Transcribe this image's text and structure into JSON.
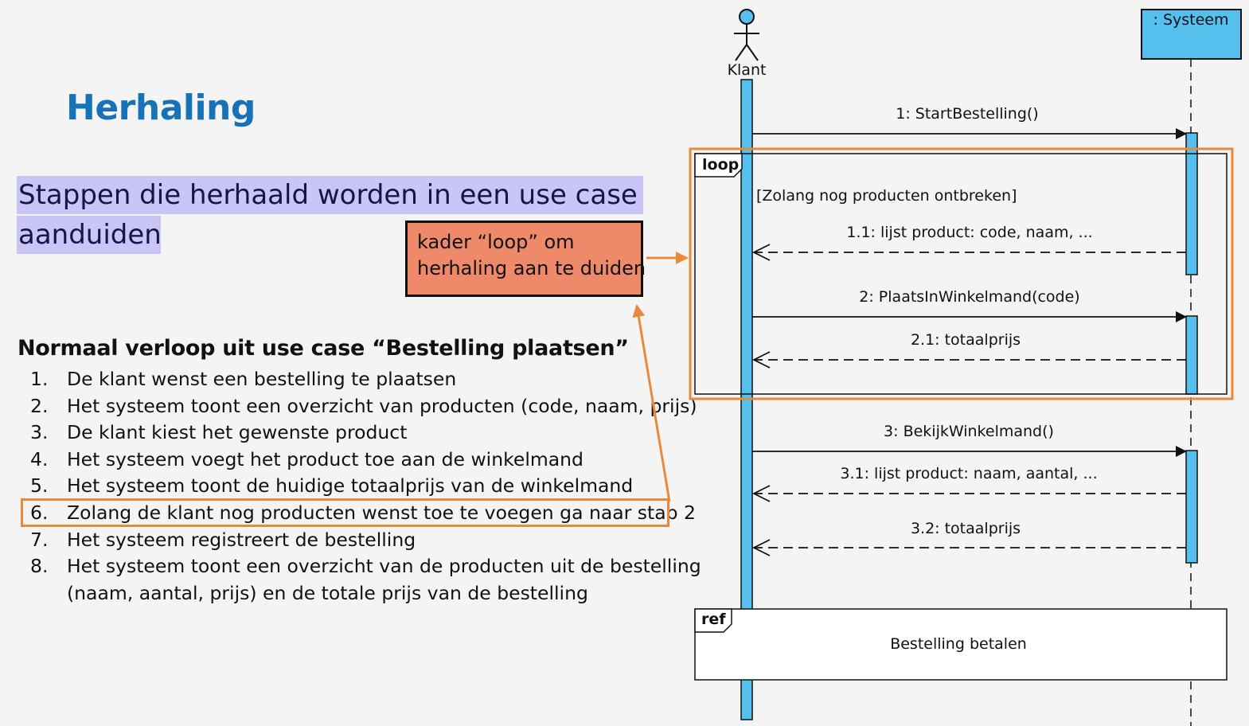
{
  "slide": {
    "title": "Herhaling",
    "highlight_line1": "Stappen die herhaald worden in een use case",
    "highlight_line2": "aanduiden",
    "callout_line1": "kader “loop” om",
    "callout_line2": "herhaling aan te duiden"
  },
  "use_case": {
    "heading": "Normaal verloop uit use case “Bestelling plaatsen”",
    "steps": [
      {
        "num": "1.",
        "text": "De klant wenst een bestelling te plaatsen"
      },
      {
        "num": "2.",
        "text": "Het systeem toont een overzicht van producten (code, naam, prijs)"
      },
      {
        "num": "3.",
        "text": "De klant kiest het gewenste product"
      },
      {
        "num": "4.",
        "text": "Het systeem voegt het product toe aan de winkelmand"
      },
      {
        "num": "5.",
        "text": "Het systeem toont de huidige totaalprijs van de winkelmand"
      },
      {
        "num": "6.",
        "text": "Zolang de klant nog producten wenst toe te voegen ga naar stap 2"
      },
      {
        "num": "7.",
        "text": "Het systeem registreert de bestelling"
      },
      {
        "num": "8.",
        "text": "Het systeem toont een overzicht van de producten uit de bestelling"
      },
      {
        "num": "",
        "text": "(naam, aantal, prijs) en de totale prijs van de bestelling"
      }
    ],
    "highlighted_step": "6."
  },
  "sequence": {
    "actor": "Klant",
    "system": ": Systeem",
    "loop_label": "loop",
    "loop_guard": "[Zolang nog producten ontbreken]",
    "messages": [
      {
        "label": "1: StartBestelling()",
        "kind": "call"
      },
      {
        "label": "1.1: lijst product: code, naam, ...",
        "kind": "return"
      },
      {
        "label": "2: PlaatsInWinkelmand(code)",
        "kind": "call"
      },
      {
        "label": "2.1: totaalprijs",
        "kind": "return"
      },
      {
        "label": "3: BekijkWinkelmand()",
        "kind": "call"
      },
      {
        "label": "3.1: lijst product: naam, aantal, ...",
        "kind": "return"
      },
      {
        "label": "3.2: totaalprijs",
        "kind": "return"
      }
    ],
    "ref_label": "ref",
    "ref_text": "Bestelling betalen"
  },
  "colors": {
    "title": "#1772b8",
    "highlight": "#c9c5f5",
    "callout": "#ee8a69",
    "accent": "#e88a3c",
    "lifeline": "#55bfee"
  }
}
